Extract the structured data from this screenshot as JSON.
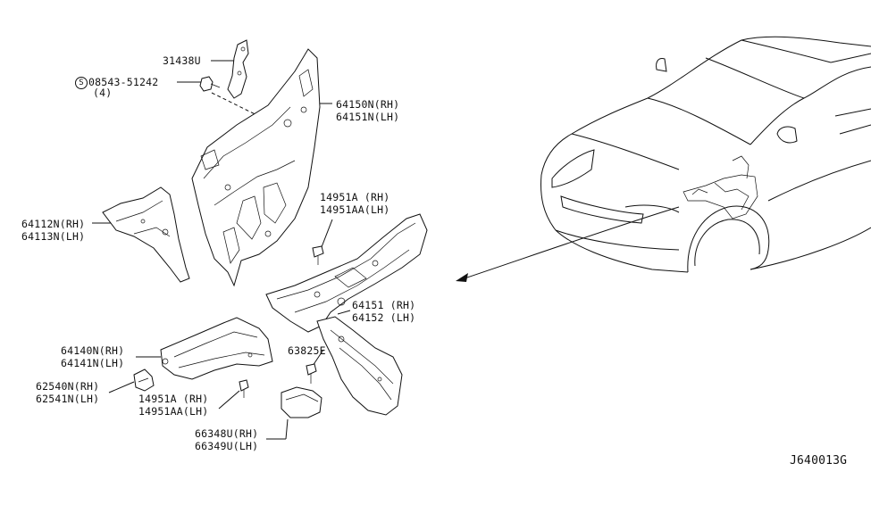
{
  "labels": {
    "p31438u": "31438U",
    "p08543": "08543-51242",
    "p08543_qty": "(4)",
    "p08543_prefix": "S",
    "p64150n": "64150N(RH)",
    "p64151n": "64151N(LH)",
    "p14951a_top": "14951A (RH)",
    "p14951aa_top": "14951AA(LH)",
    "p64112n": "64112N(RH)",
    "p64113n": "64113N(LH)",
    "p64151": "64151 (RH)",
    "p64152": "64152 (LH)",
    "p64140n": "64140N(RH)",
    "p64141n": "64141N(LH)",
    "p63825e": "63825E",
    "p62540n": "62540N(RH)",
    "p62541n": "62541N(LH)",
    "p14951a_bot": "14951A (RH)",
    "p14951aa_bot": "14951AA(LH)",
    "p66348u": "66348U(RH)",
    "p66349u": "66349U(LH)"
  },
  "diagram_code": "J640013G"
}
